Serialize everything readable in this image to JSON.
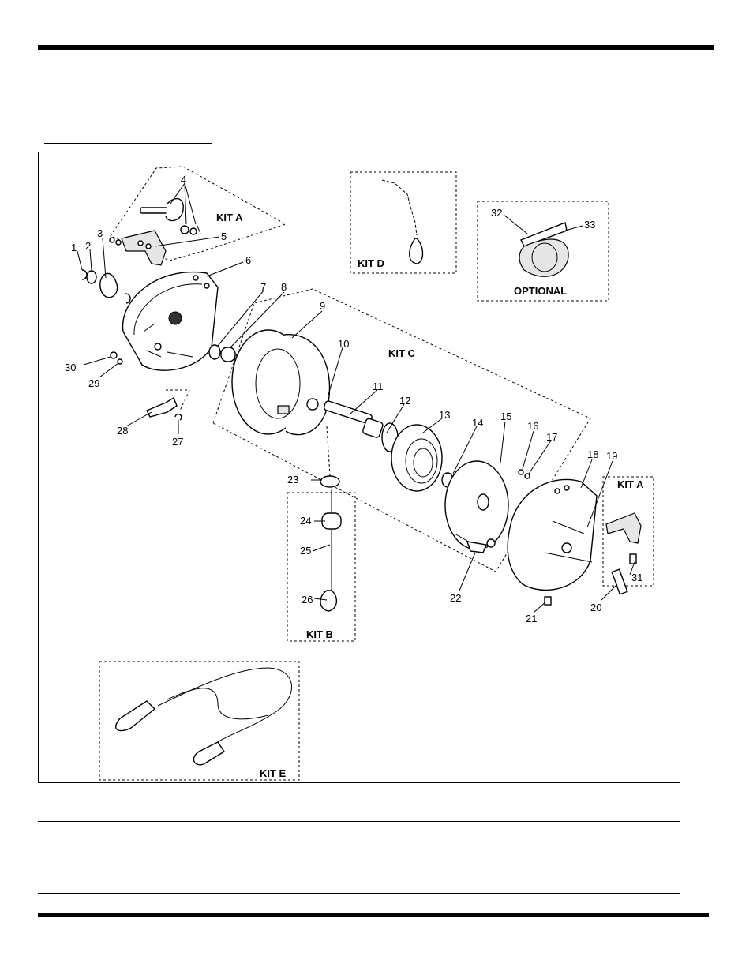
{
  "kits": {
    "a_top": "KIT A",
    "a_right": "KIT A",
    "b": "KIT B",
    "c": "KIT C",
    "d": "KIT D",
    "e": "KIT E",
    "optional": "OPTIONAL"
  },
  "callouts": {
    "c1": "1",
    "c2": "2",
    "c3": "3",
    "c4": "4",
    "c5": "5",
    "c6": "6",
    "c7": "7",
    "c8": "8",
    "c9": "9",
    "c10": "10",
    "c11": "11",
    "c12": "12",
    "c13": "13",
    "c14": "14",
    "c15": "15",
    "c16": "16",
    "c17": "17",
    "c18": "18",
    "c19": "19",
    "c20": "20",
    "c21": "21",
    "c22": "22",
    "c23": "23",
    "c24": "24",
    "c25": "25",
    "c26": "26",
    "c27": "27",
    "c28": "28",
    "c29": "29",
    "c30": "30",
    "c31": "31",
    "c32": "32",
    "c33": "33"
  }
}
